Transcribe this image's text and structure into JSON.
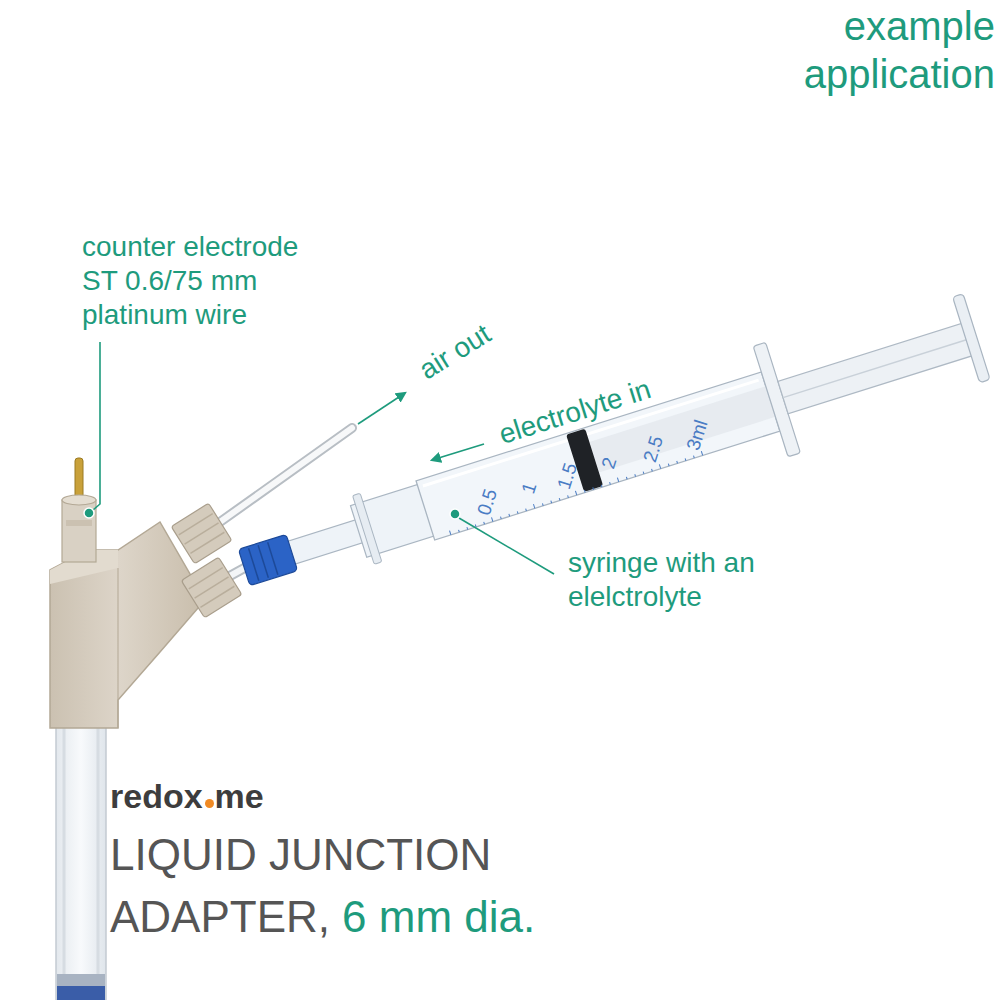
{
  "diagram": {
    "title": "LIQUID JUNCTION ADAPTER,",
    "labels": [
      "example application",
      "counter electrode ST 0.6/75 mm platinum wire",
      "air out",
      "electrolyte in",
      "0.5",
      "1",
      "1.5",
      "2",
      "2.5",
      "3ml",
      "syringe with an elelctrolyte",
      "redox",
      "me",
      "6 mm dia."
    ]
  }
}
